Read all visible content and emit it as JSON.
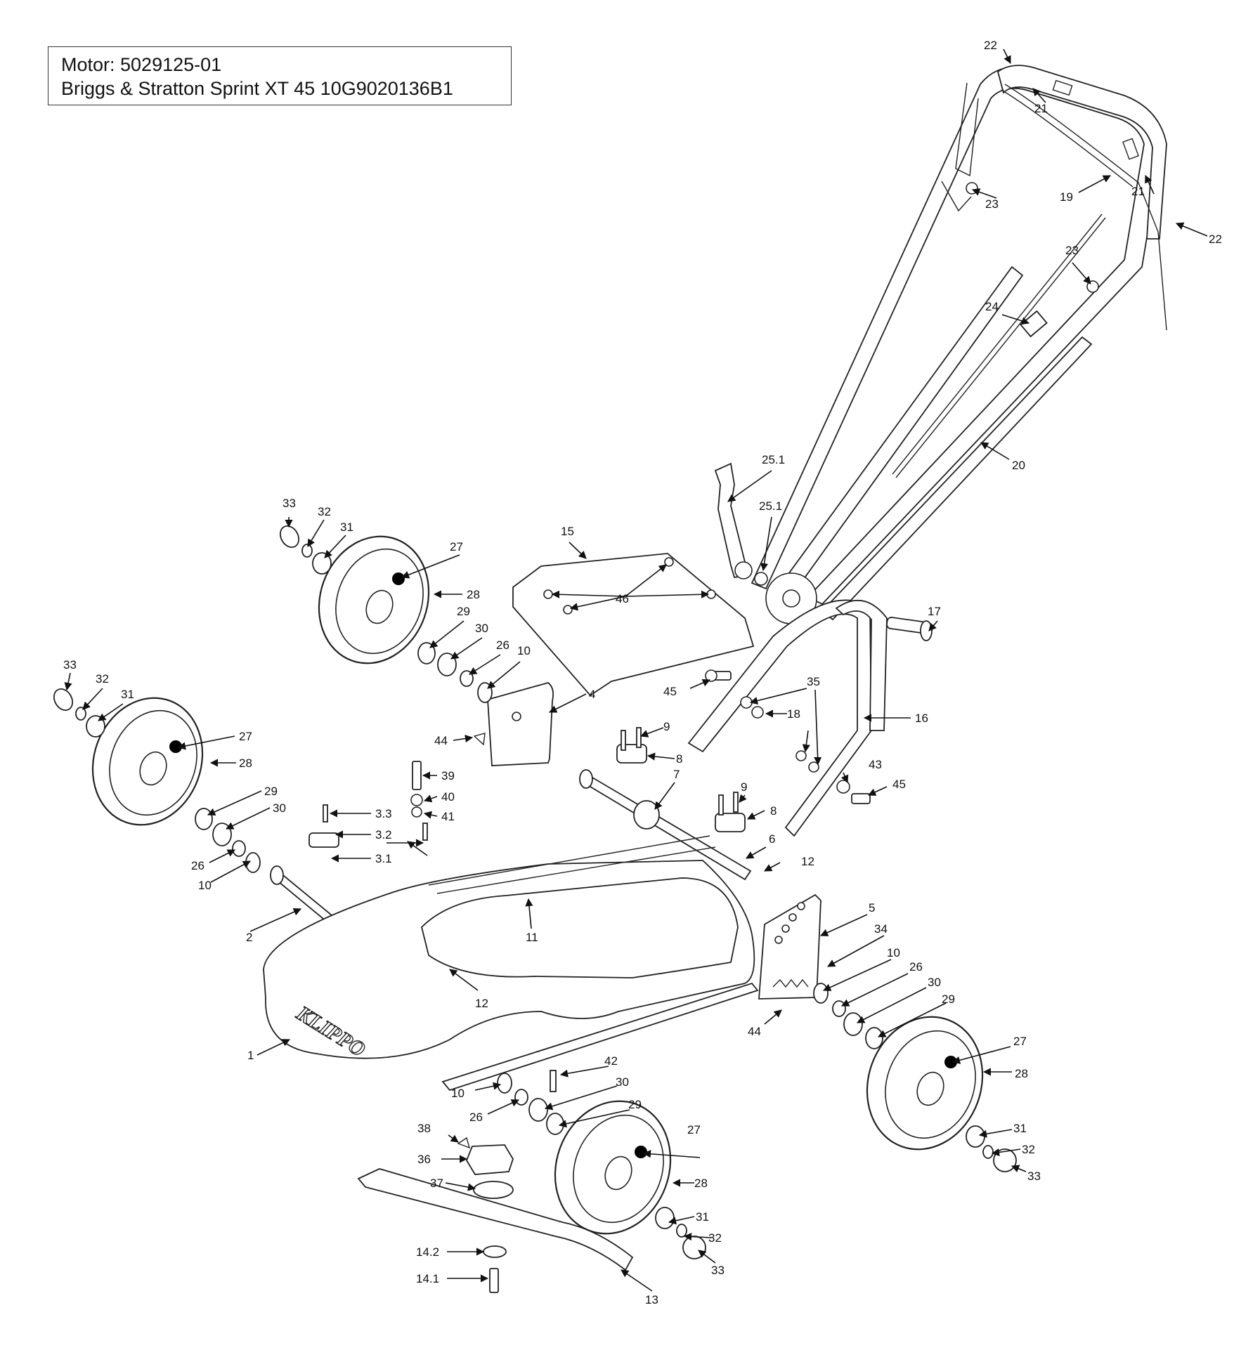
{
  "header": {
    "motor_line": "Motor: 5029125-01",
    "engine_line": "Briggs & Stratton Sprint XT 45 10G9020136B1"
  },
  "brand_logo_text": "KLIPPO",
  "part_labels": [
    {
      "id": "l-22a",
      "text": "22"
    },
    {
      "id": "l-21a",
      "text": "21"
    },
    {
      "id": "l-19",
      "text": "19"
    },
    {
      "id": "l-21b",
      "text": "21"
    },
    {
      "id": "l-22b",
      "text": "22"
    },
    {
      "id": "l-23a",
      "text": "23"
    },
    {
      "id": "l-23b",
      "text": "23"
    },
    {
      "id": "l-24",
      "text": "24"
    },
    {
      "id": "l-20",
      "text": "20"
    },
    {
      "id": "l-25-1a",
      "text": "25.1"
    },
    {
      "id": "l-25-1b",
      "text": "25.1"
    },
    {
      "id": "l-15",
      "text": "15"
    },
    {
      "id": "l-46",
      "text": "46"
    },
    {
      "id": "l-33a",
      "text": "33"
    },
    {
      "id": "l-32a",
      "text": "32"
    },
    {
      "id": "l-31a",
      "text": "31"
    },
    {
      "id": "l-27a",
      "text": "27"
    },
    {
      "id": "l-28a",
      "text": "28"
    },
    {
      "id": "l-29a",
      "text": "29"
    },
    {
      "id": "l-30a",
      "text": "30"
    },
    {
      "id": "l-26a",
      "text": "26"
    },
    {
      "id": "l-10a",
      "text": "10"
    },
    {
      "id": "l-4",
      "text": "4"
    },
    {
      "id": "l-44a",
      "text": "44"
    },
    {
      "id": "l-17",
      "text": "17"
    },
    {
      "id": "l-45a",
      "text": "45"
    },
    {
      "id": "l-35",
      "text": "35"
    },
    {
      "id": "l-18",
      "text": "18"
    },
    {
      "id": "l-16",
      "text": "16"
    },
    {
      "id": "l-9a",
      "text": "9"
    },
    {
      "id": "l-8a",
      "text": "8"
    },
    {
      "id": "l-33b",
      "text": "33"
    },
    {
      "id": "l-32b",
      "text": "32"
    },
    {
      "id": "l-31b",
      "text": "31"
    },
    {
      "id": "l-27b",
      "text": "27"
    },
    {
      "id": "l-28b",
      "text": "28"
    },
    {
      "id": "l-39",
      "text": "39"
    },
    {
      "id": "l-40",
      "text": "40"
    },
    {
      "id": "l-41",
      "text": "41"
    },
    {
      "id": "l-7",
      "text": "7"
    },
    {
      "id": "l-9b",
      "text": "9"
    },
    {
      "id": "l-8b",
      "text": "8"
    },
    {
      "id": "l-43",
      "text": "43"
    },
    {
      "id": "l-45b",
      "text": "45"
    },
    {
      "id": "l-3-3",
      "text": "3.3"
    },
    {
      "id": "l-3-2",
      "text": "3.2"
    },
    {
      "id": "l-3-1",
      "text": "3.1"
    },
    {
      "id": "l-29b",
      "text": "29"
    },
    {
      "id": "l-30b",
      "text": "30"
    },
    {
      "id": "l-26b",
      "text": "26"
    },
    {
      "id": "l-10b",
      "text": "10"
    },
    {
      "id": "l-6",
      "text": "6"
    },
    {
      "id": "l-12a",
      "text": "12"
    },
    {
      "id": "l-2",
      "text": "2"
    },
    {
      "id": "l-11",
      "text": "11"
    },
    {
      "id": "l-5",
      "text": "5"
    },
    {
      "id": "l-34",
      "text": "34"
    },
    {
      "id": "l-10c",
      "text": "10"
    },
    {
      "id": "l-26c",
      "text": "26"
    },
    {
      "id": "l-30c",
      "text": "30"
    },
    {
      "id": "l-29c",
      "text": "29"
    },
    {
      "id": "l-12b",
      "text": "12"
    },
    {
      "id": "l-44b",
      "text": "44"
    },
    {
      "id": "l-27c",
      "text": "27"
    },
    {
      "id": "l-28c",
      "text": "28"
    },
    {
      "id": "l-1",
      "text": "1"
    },
    {
      "id": "l-42",
      "text": "42"
    },
    {
      "id": "l-10d",
      "text": "10"
    },
    {
      "id": "l-30d",
      "text": "30"
    },
    {
      "id": "l-26d",
      "text": "26"
    },
    {
      "id": "l-29d",
      "text": "29"
    },
    {
      "id": "l-31c",
      "text": "31"
    },
    {
      "id": "l-32c",
      "text": "32"
    },
    {
      "id": "l-33c",
      "text": "33"
    },
    {
      "id": "l-38",
      "text": "38"
    },
    {
      "id": "l-36",
      "text": "36"
    },
    {
      "id": "l-27d",
      "text": "27"
    },
    {
      "id": "l-28d",
      "text": "28"
    },
    {
      "id": "l-37",
      "text": "37"
    },
    {
      "id": "l-31d",
      "text": "31"
    },
    {
      "id": "l-32d",
      "text": "32"
    },
    {
      "id": "l-14-2",
      "text": "14.2"
    },
    {
      "id": "l-14-1",
      "text": "14.1"
    },
    {
      "id": "l-33d",
      "text": "33"
    },
    {
      "id": "l-13",
      "text": "13"
    }
  ]
}
